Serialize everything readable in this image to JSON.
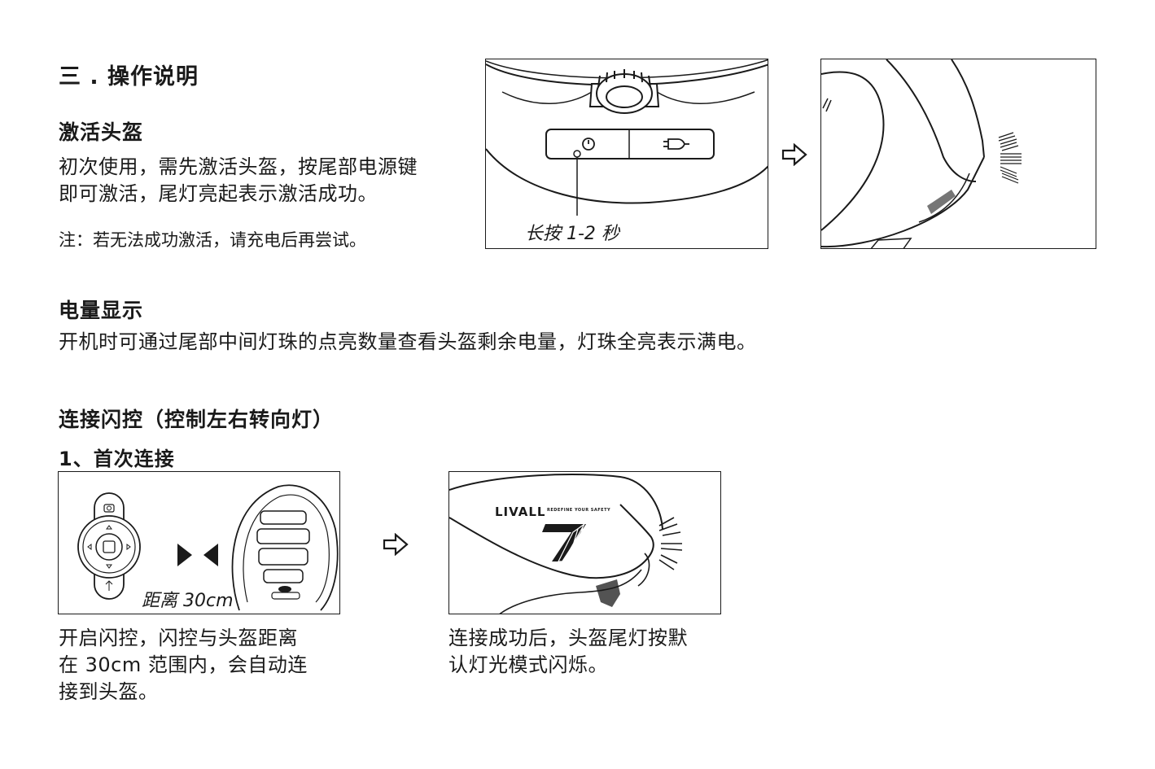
{
  "section": {
    "title": "三 . 操作说明"
  },
  "activate": {
    "heading": "激活头盔",
    "text_line1": "初次使用，需先激活头盔，按尾部电源键",
    "text_line2": "即可激活，尾灯亮起表示激活成功。",
    "note": "注：若无法成功激活，请充电后再尝试。",
    "press_label": "长按 1-2 秒"
  },
  "battery": {
    "heading": "电量显示",
    "text": "开机时可通过尾部中间灯珠的点亮数量查看头盔剩余电量，灯珠全亮表示满电。"
  },
  "connect": {
    "heading": "连接闪控（控制左右转向灯）",
    "step_heading": "1、首次连接",
    "distance_label": "距离 30cm",
    "brand_logo": "LIVALL",
    "brand_slogan": "REDEFINE YOUR SAFETY",
    "caption_left_line1": "开启闪控，闪控与头盔距离",
    "caption_left_line2": "在 30cm 范围内，会自动连",
    "caption_left_line3": "接到头盔。",
    "caption_right_line1": "连接成功后，头盔尾灯按默",
    "caption_right_line2": "认灯光模式闪烁。"
  },
  "icons": {
    "arrow": "hollow-right-arrow-icon",
    "power": "power-button-icon",
    "charge": "charging-plug-icon"
  }
}
